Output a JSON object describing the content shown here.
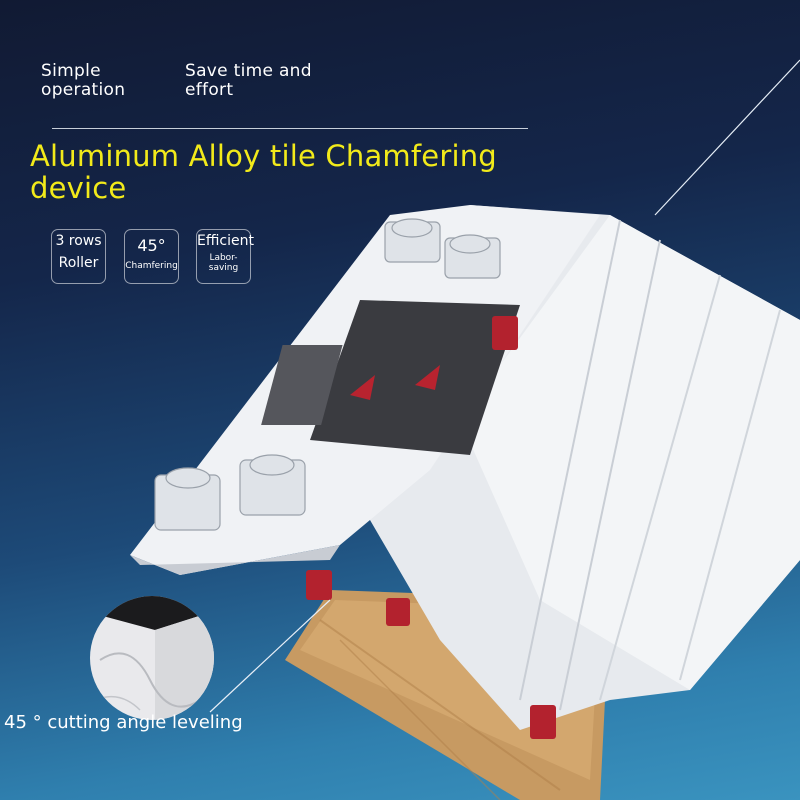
{
  "features": {
    "simple": "Simple\noperation",
    "save": "Save time and\neffort"
  },
  "title": "Aluminum Alloy tile Chamfering device",
  "badges": [
    {
      "line1": "3 rows",
      "line2": "Roller"
    },
    {
      "line1": "45°",
      "line2": "Chamfering"
    },
    {
      "line1": "Efficient",
      "line2": "Labor-saving"
    }
  ],
  "caption": "45 ° cutting angle leveling",
  "colors": {
    "title": "#f2ea1a",
    "text": "#ffffff",
    "background_top": "#111a33",
    "background_bottom": "#3a93bf",
    "roller": "#b3222e"
  }
}
